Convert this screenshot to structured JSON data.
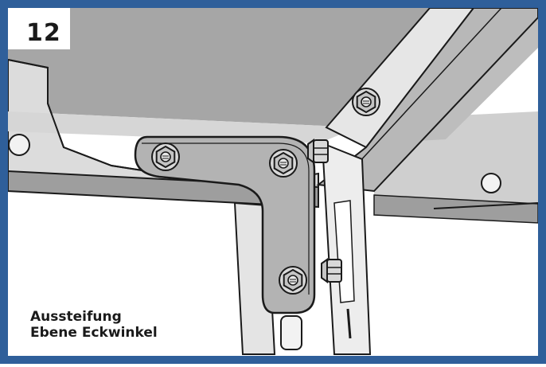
{
  "step": {
    "number": "12"
  },
  "caption": {
    "line1": "Aussteifung",
    "line2": "Ebene Eckwinkel"
  },
  "colors": {
    "border": "#2f5f9a",
    "panel_dark": "#a6a6a6",
    "panel_mid": "#c9c9c9",
    "panel_light": "#e6e6e6",
    "bracket": "#b3b3b3",
    "line": "#1a1a1a"
  },
  "icons": {
    "bolt": "hex-bolt-icon",
    "hole": "round-hole-icon"
  }
}
